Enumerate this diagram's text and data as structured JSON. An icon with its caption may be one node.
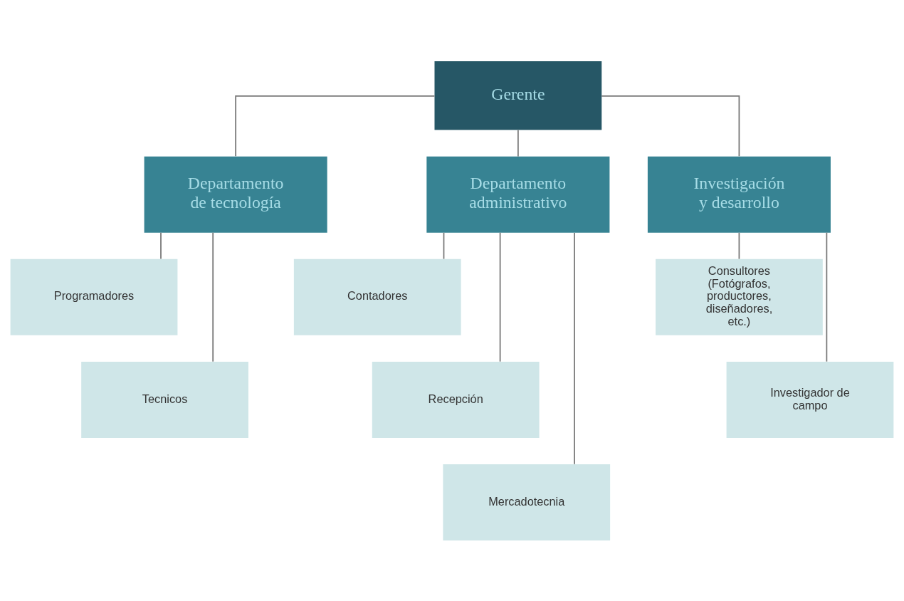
{
  "diagram": {
    "nodes": [
      {
        "text": [
          "Gerente"
        ]
      },
      {
        "text": [
          "Departamento de tecnología"
        ]
      },
      {
        "text": [
          "Departamento administrativo"
        ]
      },
      {
        "text": [
          "Investigación y desarrollo"
        ]
      },
      {
        "text": [
          "Programadores"
        ]
      },
      {
        "text": [
          "Tecnicos"
        ]
      },
      {
        "text": [
          "Contadores"
        ]
      },
      {
        "text": [
          "Recepción"
        ]
      },
      {
        "text": [
          "Mercadotecnia"
        ]
      },
      {
        "text": [
          "Consultores (Fotógrafos, productores, diseñadores, etc.)"
        ]
      },
      {
        "text": [
          "Investigador de campo"
        ]
      }
    ],
    "edges": [
      {
        "from": 0,
        "to": 1,
        "arrow": "none"
      },
      {
        "from": 0,
        "to": 2,
        "arrow": "none"
      },
      {
        "from": 0,
        "to": 3,
        "arrow": "none"
      },
      {
        "from": 1,
        "to": 4,
        "arrow": "none"
      },
      {
        "from": 1,
        "to": 5,
        "arrow": "none"
      },
      {
        "from": 2,
        "to": 6,
        "arrow": "none"
      },
      {
        "from": 2,
        "to": 7,
        "arrow": "none"
      },
      {
        "from": 2,
        "to": 8,
        "arrow": "none"
      },
      {
        "from": 3,
        "to": 9,
        "arrow": "none"
      },
      {
        "from": 3,
        "to": 10,
        "arrow": "none"
      }
    ]
  }
}
